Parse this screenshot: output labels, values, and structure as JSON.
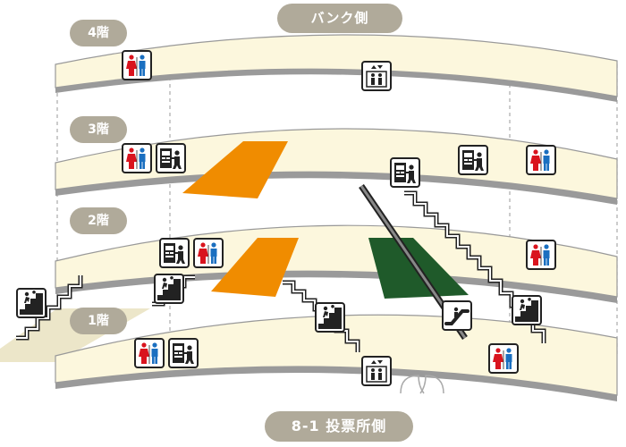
{
  "labels": {
    "side_top": "バンク側",
    "side_bottom": "8-1 投票所側",
    "floor_4": "4階",
    "floor_3": "3階",
    "floor_2": "2階",
    "floor_1": "1階"
  },
  "colors": {
    "floor_fill": "#fcf7dd",
    "floor_edge": "#999999",
    "pill": "#b0aa9a",
    "seating_orange": "#f08c00",
    "seating_green": "#1f5a2a",
    "stairs": "#222222"
  },
  "icons": [
    {
      "name": "restroom-icon",
      "floor": "4"
    },
    {
      "name": "elevator-icon",
      "floor": "4"
    },
    {
      "name": "restroom-icon",
      "floor": "3"
    },
    {
      "name": "ticket-machine-icon",
      "floor": "3"
    },
    {
      "name": "ticket-machine-icon",
      "floor": "3"
    },
    {
      "name": "ticket-machine-icon",
      "floor": "3"
    },
    {
      "name": "restroom-icon",
      "floor": "3"
    },
    {
      "name": "ticket-machine-icon",
      "floor": "2"
    },
    {
      "name": "restroom-icon",
      "floor": "2"
    },
    {
      "name": "restroom-icon",
      "floor": "2"
    },
    {
      "name": "stairs-icon",
      "floor": "1-2"
    },
    {
      "name": "stairs-icon",
      "floor": "1-2"
    },
    {
      "name": "stairs-icon",
      "floor": "1-2"
    },
    {
      "name": "escalator-icon",
      "floor": "1-2"
    },
    {
      "name": "stairs-icon",
      "floor": "1-2"
    },
    {
      "name": "restroom-icon",
      "floor": "1"
    },
    {
      "name": "ticket-machine-icon",
      "floor": "1"
    },
    {
      "name": "elevator-icon",
      "floor": "1"
    },
    {
      "name": "restroom-icon",
      "floor": "1"
    }
  ]
}
